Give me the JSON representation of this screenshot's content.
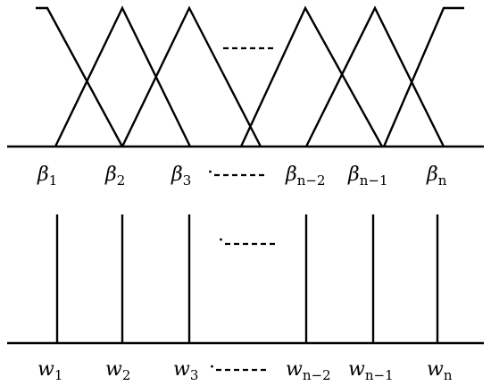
{
  "diagram": {
    "top_labels": [
      {
        "base": "β",
        "sub": "1"
      },
      {
        "base": "β",
        "sub": "2"
      },
      {
        "base": "β",
        "sub": "3"
      },
      {
        "base": "β",
        "sub": "n−2"
      },
      {
        "base": "β",
        "sub": "n−1"
      },
      {
        "base": "β",
        "sub": "n"
      }
    ],
    "bottom_labels": [
      {
        "base": "w",
        "sub": "1"
      },
      {
        "base": "w",
        "sub": "2"
      },
      {
        "base": "w",
        "sub": "3"
      },
      {
        "base": "w",
        "sub": "n−2"
      },
      {
        "base": "w",
        "sub": "n−1"
      },
      {
        "base": "w",
        "sub": "n"
      }
    ],
    "top_dots_label": "·",
    "bottom_dots_label": "·",
    "stroke_color": "#000000",
    "background_color": "#ffffff"
  }
}
